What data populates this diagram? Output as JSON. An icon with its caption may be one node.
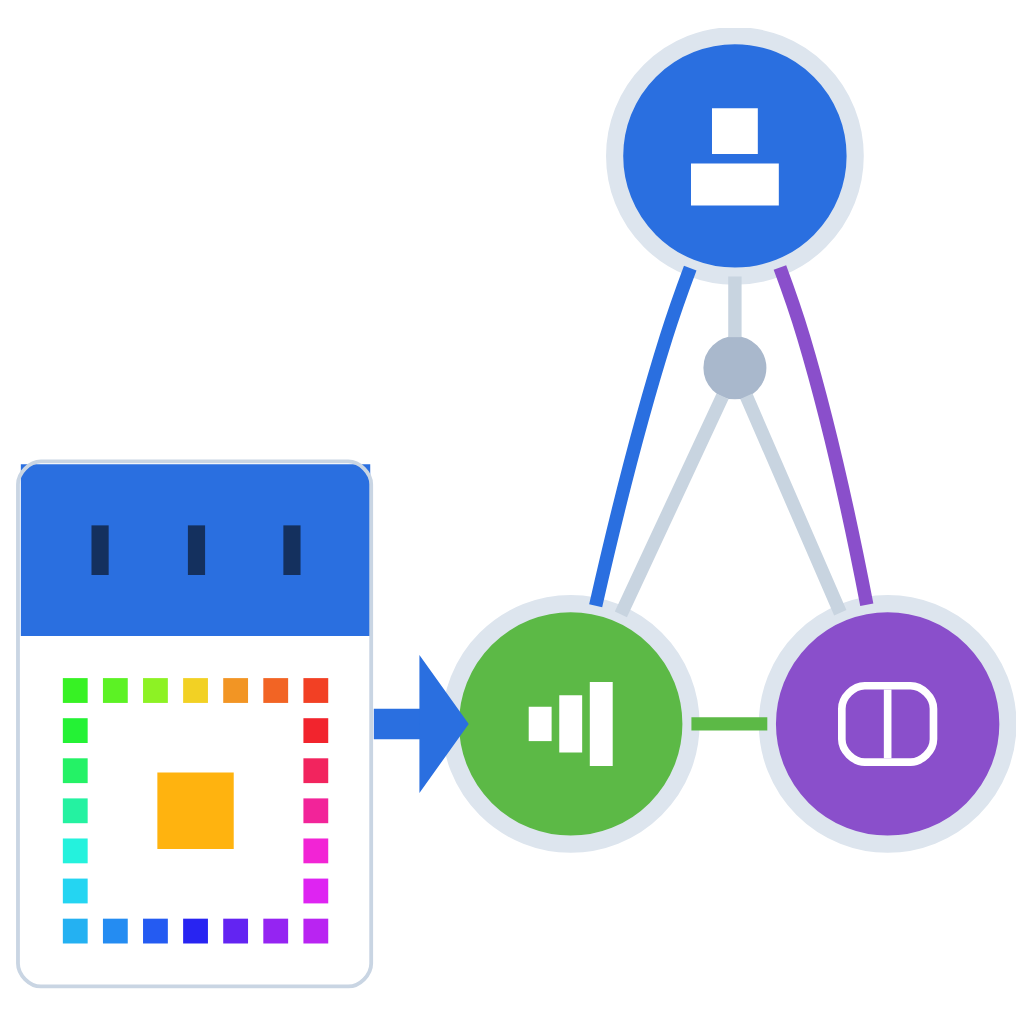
{
  "diagram": {
    "nodes": [
      {
        "text": [],
        "shape": "picture"
      },
      {
        "text": [],
        "shape": "circle"
      },
      {
        "text": [],
        "shape": "circle"
      },
      {
        "text": [],
        "shape": "circle"
      },
      {
        "text": [],
        "shape": "circle"
      }
    ],
    "edges": [
      {
        "from": 0,
        "to": 3,
        "arrow": "to",
        "style": "thick",
        "color": "#2a6fe0"
      },
      {
        "from": 1,
        "to": 2,
        "arrow": "none"
      },
      {
        "from": 2,
        "to": 3,
        "arrow": "none"
      },
      {
        "from": 2,
        "to": 4,
        "arrow": "none"
      },
      {
        "from": 1,
        "to": 3,
        "arrow": "none",
        "color": "#2a6fe0"
      },
      {
        "from": 1,
        "to": 4,
        "arrow": "none",
        "color": "#8a4fcb"
      },
      {
        "from": 3,
        "to": 4,
        "arrow": "none",
        "color": "#5cb946"
      }
    ]
  }
}
